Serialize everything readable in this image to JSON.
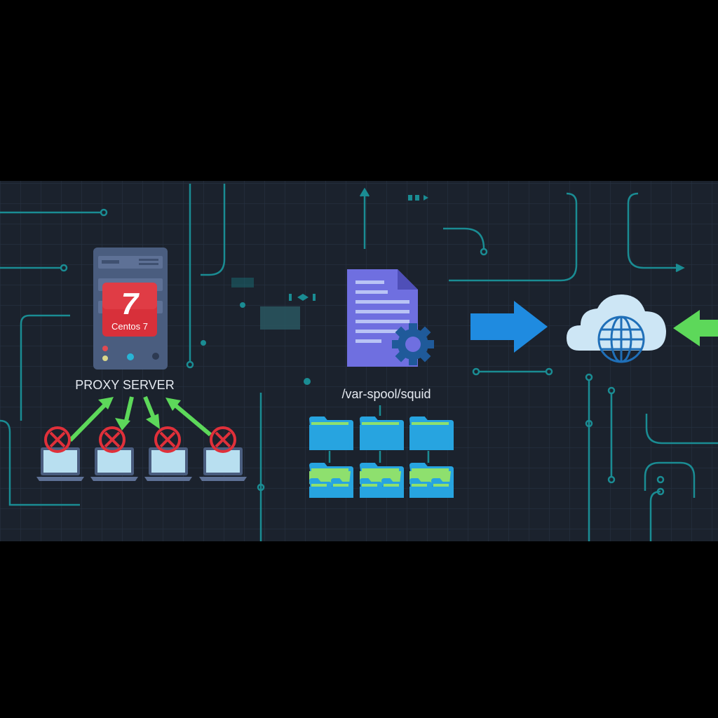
{
  "proxy": {
    "os_badge_glyph": "7",
    "os_badge_label": "Centos 7",
    "label": "PROXY SERVER",
    "badge_color": "#d8303a",
    "client_count": 4
  },
  "cache": {
    "path_label": "/var-spool/squid",
    "doc_color": "#6f6fe0",
    "folder_color": "#27a4e0",
    "subfolder_color": "#8ee06e"
  },
  "internet": {
    "icon": "cloud-globe-icon",
    "cloud_color": "#cde6f5"
  },
  "colors": {
    "background": "#1b222d",
    "grid": "#263141",
    "circuit": "#1a8c93",
    "arrow_blue": "#1f8be0",
    "arrow_green": "#5dd85a",
    "blocked_red": "#e0303a"
  }
}
